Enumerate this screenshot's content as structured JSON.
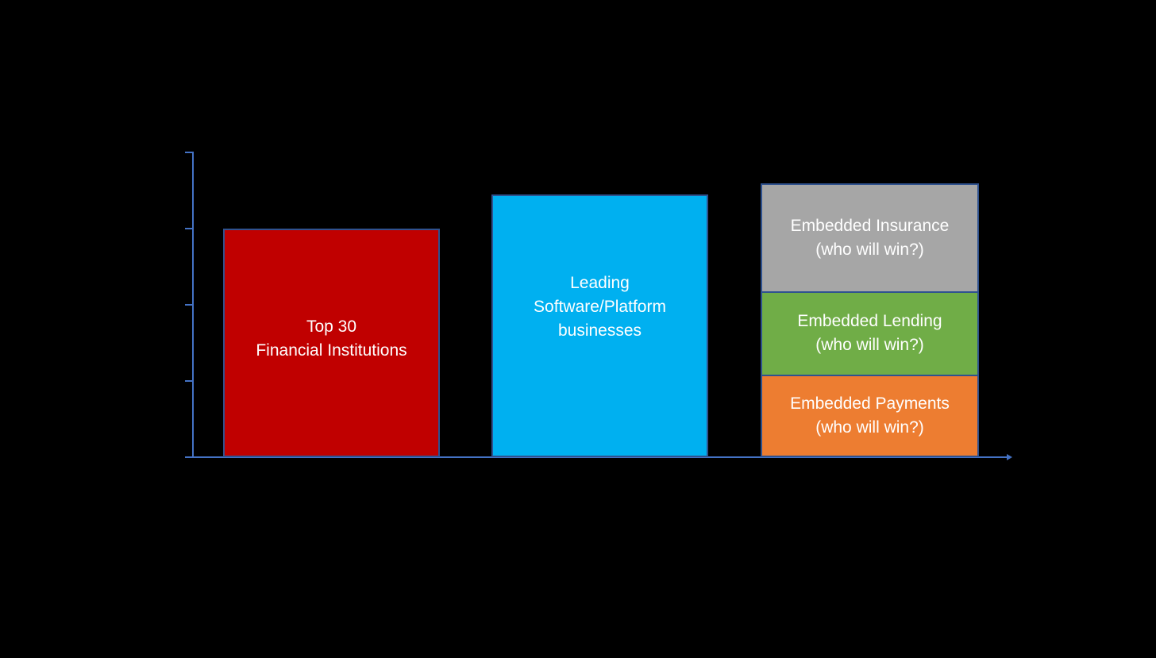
{
  "colors": {
    "background": "#000000",
    "axis": "#4472C4",
    "bar_border": "#2F528F",
    "label_text": "#FFFFFF"
  },
  "chart_data": {
    "type": "bar",
    "orientation": "vertical",
    "title": "",
    "xlabel": "",
    "ylabel": "",
    "grid": false,
    "legend": false,
    "y_axis": {
      "min": 0,
      "max": 4,
      "ticks": [
        1,
        2,
        3,
        4
      ],
      "tick_labels_visible": false
    },
    "bars": [
      {
        "id": "top30-financial-institutions",
        "label": "Top 30\nFinancial Institutions",
        "value": 3.0,
        "color": "#C00000"
      },
      {
        "id": "leading-software-platform",
        "label": "Leading\nSoftware/Platform\nbusinesses",
        "value": 3.45,
        "color": "#00B0F0"
      },
      {
        "id": "embedded-finance-stack",
        "label": "",
        "segments": [
          {
            "id": "embedded-payments",
            "label": "Embedded Payments\n(who will win?)",
            "value": 1.07,
            "color": "#ED7D31"
          },
          {
            "id": "embedded-lending",
            "label": "Embedded Lending\n(who will win?)",
            "value": 1.1,
            "color": "#70AD47"
          },
          {
            "id": "embedded-insurance",
            "label": "Embedded Insurance\n(who will win?)",
            "value": 1.42,
            "color": "#A6A6A6"
          }
        ]
      }
    ]
  }
}
